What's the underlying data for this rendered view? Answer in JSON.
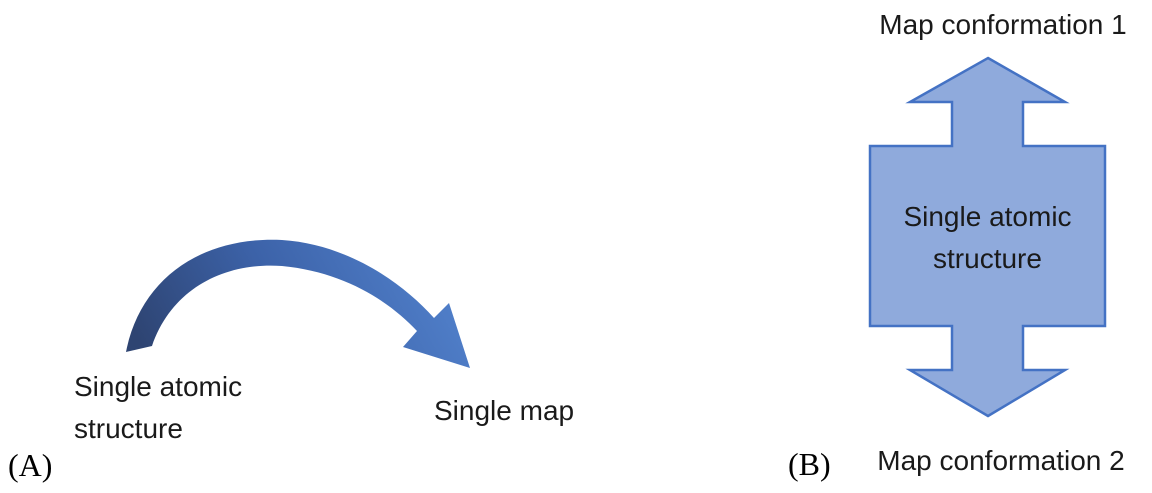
{
  "figure": {
    "type": "diagram",
    "description_visible": false
  },
  "panel_a": {
    "tag": "(A)",
    "source_line1": "Single atomic",
    "source_line2": "structure",
    "target_label": "Single map"
  },
  "panel_b": {
    "tag": "(B)",
    "top_label": "Map conformation 1",
    "bottom_label": "Map conformation 2",
    "center_line1": "Single atomic",
    "center_line2": "structure"
  },
  "colors": {
    "arrow_gradient_start": "#2e4472",
    "arrow_gradient_mid": "#3c62a8",
    "arrow_gradient_end": "#5282cd",
    "shape_fill": "#8faadc",
    "shape_border": "#4472c4",
    "text_color": "#1a1a1a"
  }
}
